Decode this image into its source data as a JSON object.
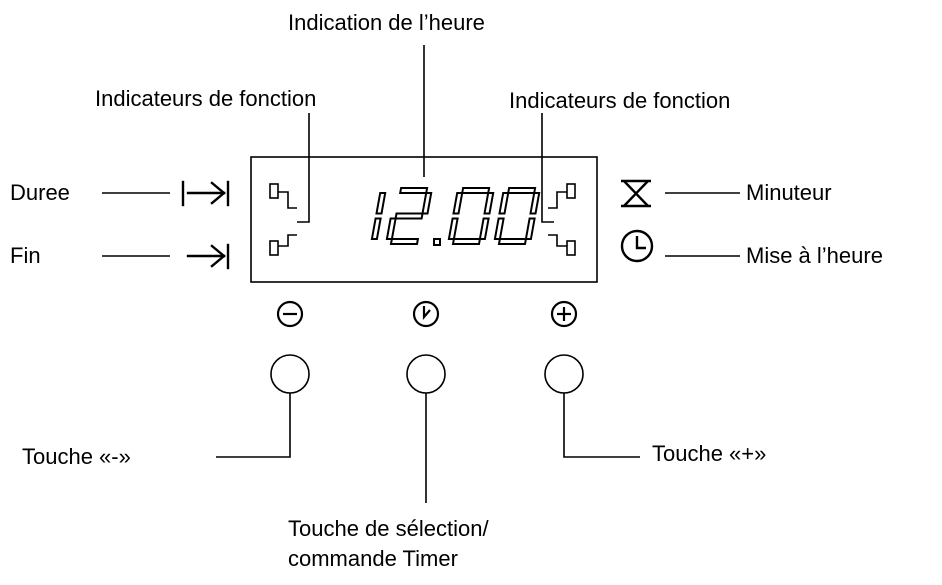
{
  "labels": {
    "time_display": "Indication de l’heure",
    "function_indicators_left": "Indicateurs de fonction",
    "function_indicators_right": "Indicateurs de fonction",
    "duration": "Duree",
    "end": "Fin",
    "timer": "Minuteur",
    "set_time": "Mise à l’heure",
    "minus_key": "Touche  «-»",
    "plus_key": "Touche «+»",
    "select_key_line1": "Touche de sélection/",
    "select_key_line2": "commande Timer"
  },
  "display": {
    "time": "12.00"
  },
  "icons": {
    "duration": "duration-icon",
    "end": "end-time-icon",
    "timer": "hourglass-icon",
    "clock": "clock-icon",
    "minus": "minus-circle-icon",
    "select": "clock-select-icon",
    "plus": "plus-circle-icon"
  },
  "colors": {
    "ink": "#000000",
    "background": "#ffffff"
  }
}
